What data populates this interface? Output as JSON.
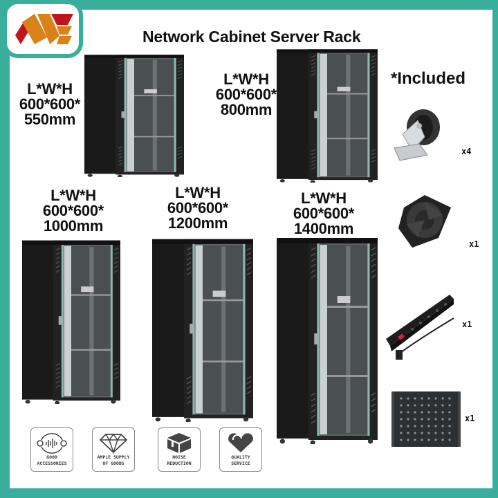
{
  "brand": {
    "logo": "ME-logo",
    "colors": {
      "red": "#c0161b",
      "orange": "#d9821a",
      "frame": "#3aae9c"
    }
  },
  "title": "Network Cabinet Server Rack",
  "cabinets": [
    {
      "label": "L*W*H",
      "size": "600*600*",
      "height": "550mm"
    },
    {
      "label": "L*W*H",
      "size": "600*600*",
      "height": "800mm"
    },
    {
      "label": "L*W*H",
      "size": "600*600*",
      "height": "1000mm"
    },
    {
      "label": "L*W*H",
      "size": "600*600*",
      "height": "1200mm"
    },
    {
      "label": "L*W*H",
      "size": "600*600*",
      "height": "1400mm"
    }
  ],
  "included": {
    "heading": "*Included",
    "items": [
      {
        "name": "caster-wheel",
        "qty": "x4"
      },
      {
        "name": "cooling-fan",
        "qty": "x1"
      },
      {
        "name": "power-strip",
        "qty": "x1"
      },
      {
        "name": "shelf-tray",
        "qty": "x1"
      }
    ]
  },
  "badges": [
    {
      "icon": "sound-wave-icon",
      "line1": "GOOD",
      "line2": "ACCESSORIES"
    },
    {
      "icon": "diamond-icon",
      "line1": "AMPLE SUPPLY",
      "line2": "OF GOODS"
    },
    {
      "icon": "box-icon",
      "line1": "NOISE",
      "line2": "REDUCTION"
    },
    {
      "icon": "heart-icon",
      "line1": "QUALITY",
      "line2": "SERVICE"
    }
  ]
}
